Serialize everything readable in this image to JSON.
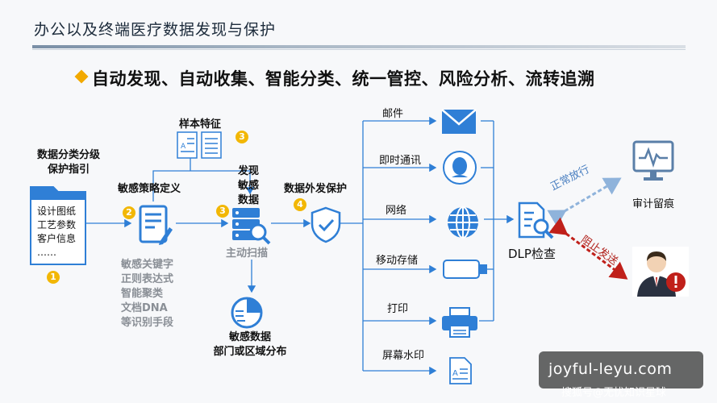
{
  "header": {
    "title": "办公以及终端医疗数据发现与保护",
    "subtitle": "自动发现、自动收集、智能分类、统一管控、风险分析、流转追溯"
  },
  "left": {
    "guide_title_1": "数据分类分级",
    "guide_title_2": "保护指引",
    "folder_lines": [
      "设计图纸",
      "工艺参数",
      "客户信息",
      "……"
    ],
    "badge_1": "1"
  },
  "policy": {
    "badge": "2",
    "label": "敏感策略定义",
    "methods": [
      "敏感关键字",
      "正则表达式",
      "智能聚类",
      "文档DNA",
      "等识别手段"
    ]
  },
  "sample": {
    "label": "样本特征",
    "badge": "3"
  },
  "discover": {
    "label_lines": [
      "发现",
      "敏感",
      "数据"
    ],
    "badge": "3",
    "scan_label": "主动扫描",
    "dist_label_1": "敏感数据",
    "dist_label_2": "部门或区域分布"
  },
  "protect": {
    "badge": "4",
    "label": "数据外发保护"
  },
  "channels": [
    {
      "label": "邮件",
      "icon": "mail-icon"
    },
    {
      "label": "即时通讯",
      "icon": "chat-icon"
    },
    {
      "label": "网络",
      "icon": "globe-icon"
    },
    {
      "label": "移动存储",
      "icon": "usb-icon"
    },
    {
      "label": "打印",
      "icon": "printer-icon"
    },
    {
      "label": "屏幕水印",
      "icon": "document-icon"
    }
  ],
  "dlp": {
    "label": "DLP检查",
    "pass_label": "正常放行",
    "audit_label": "审计留痕",
    "block_label": "阻止发送"
  },
  "watermark": {
    "main": "joyful-leyu.com",
    "sub": "搜狐号@无忧知识星球"
  },
  "colors": {
    "accent_blue": "#2f7fd6",
    "badge_yellow": "#f2b705",
    "block_red": "#c0201a",
    "pass_blue": "#8fb3db"
  }
}
